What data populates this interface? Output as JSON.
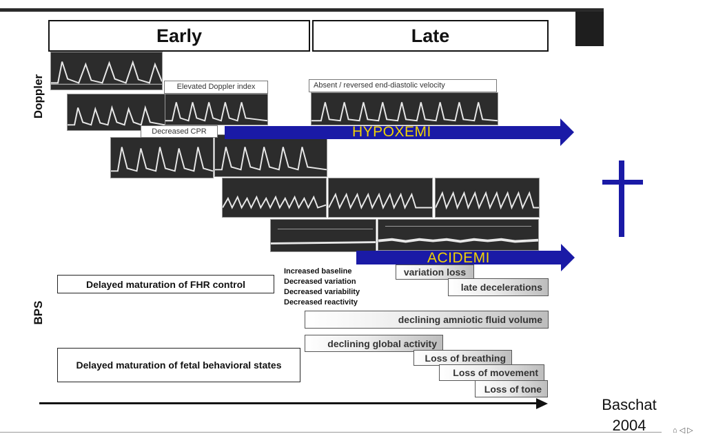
{
  "headers": {
    "early": "Early",
    "late": "Late"
  },
  "axis_labels": {
    "doppler": "Doppler",
    "bps": "BPS"
  },
  "doppler_labels": {
    "elevated": "Elevated Doppler index",
    "absent": "Absent    /    reversed end-diastolic velocity",
    "cpr": "Decreased CPR"
  },
  "arrows": {
    "hypoxemia": "HYPOXEMI",
    "acidemia": "ACIDEMI"
  },
  "fhr_changes": [
    "Increased baseline",
    "Decreased variation",
    "Decreased variability",
    "Decreased reactivity"
  ],
  "bps_boxes": {
    "fhr_control": "Delayed maturation of FHR control",
    "behavioral_states": "Delayed maturation of fetal behavioral states",
    "variation_loss": "variation loss",
    "late_decelerations": "late decelerations",
    "amniotic_fluid": "declining amniotic fluid volume",
    "global_activity": "declining global activity",
    "breathing": "Loss of breathing",
    "movement": "Loss of movement",
    "tone": "Loss of tone"
  },
  "citation": {
    "author": "Baschat",
    "year": "2004"
  },
  "colors": {
    "arrow": "#1a1aa6",
    "arrow_text": "#f2d400",
    "cross": "#1a1aa6"
  },
  "icons": {
    "death_symbol": "cross-icon",
    "footer": "slide-controls-icon"
  }
}
